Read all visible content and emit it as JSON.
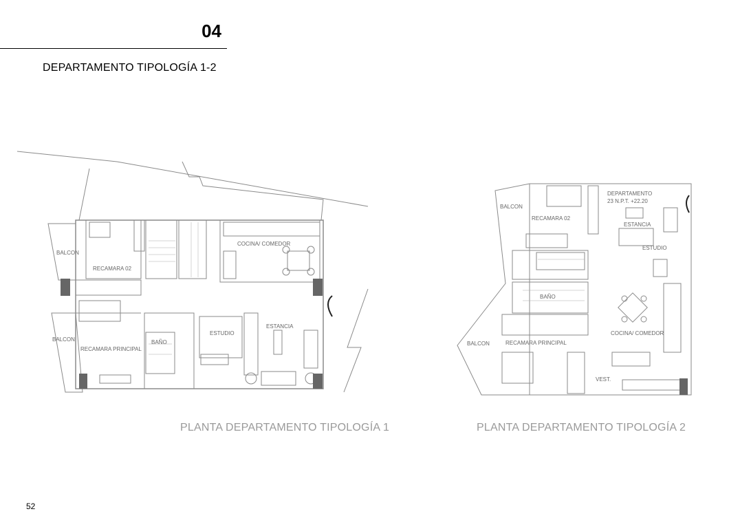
{
  "header": {
    "section_number": "04",
    "subtitle": "DEPARTAMENTO  TIPOLOGÍA 1-2"
  },
  "plan1": {
    "caption": "PLANTA DEPARTAMENTO TIPOLOGÍA 1",
    "rooms": {
      "balcon_top": "BALCON",
      "recamara02": "RECAMARA 02",
      "cocina": "COCINA/ COMEDOR",
      "balcon_bottom": "BALCON",
      "recamara_principal": "RECAMARA PRINCIPAL",
      "bano": "BAÑO",
      "estudio": "ESTUDIO",
      "estancia": "ESTANCIA"
    }
  },
  "plan2": {
    "caption": "PLANTA DEPARTAMENTO TIPOLOGÍA 2",
    "rooms": {
      "balcon_top": "BALCON",
      "recamara02": "RECAMARA 02",
      "departamento": "DEPARTAMENTO",
      "npt": "23 N.P.T. +22.20",
      "estancia": "ESTANCIA",
      "estudio": "ESTUDIO",
      "bano": "BAÑO",
      "cocina": "COCINA/ COMEDOR",
      "balcon_bottom": "BALCON",
      "recamara_principal": "RECAMARA PRINCIPAL",
      "vest": "VEST."
    }
  },
  "footer": {
    "page_number": "52"
  }
}
